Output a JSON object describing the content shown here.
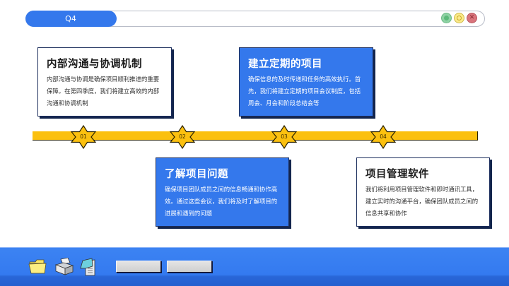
{
  "window": {
    "tab_title": "Q4",
    "controls": [
      {
        "name": "minimize",
        "color": "#8fd2a4"
      },
      {
        "name": "maximize",
        "color": "#fbea8a"
      },
      {
        "name": "close",
        "color": "#d9747c",
        "glyph": "✕"
      }
    ]
  },
  "cards": [
    {
      "title": "内部沟通与协调机制",
      "body": "内部沟通与协调是确保项目顺利推进的重要保障。在第四季度，我们将建立高效的内部沟通和协调机制",
      "style": "white"
    },
    {
      "title": "建立定期的项目",
      "body": "确保信息的及时传递和任务的高效执行。首先，我们将建立定期的项目会议制度，包括周会、月会和阶段总结会等",
      "style": "blue"
    },
    {
      "title": "了解项目问题",
      "body": "确保项目团队成员之间的信息畅通和协作高效。通过这些会议，我们将及时了解项目的进展和遇到的问题",
      "style": "blue"
    },
    {
      "title": "项目管理软件",
      "body": "我们将利用项目管理软件和即时通讯工具，建立实时的沟通平台，确保团队成员之间的信息共享和协作",
      "style": "white"
    }
  ],
  "timeline": {
    "color": "#fbc00f",
    "markers": [
      "01",
      "02",
      "03",
      "04"
    ]
  },
  "taskbar": {
    "icons": [
      "folder-icon",
      "printer-icon",
      "notepad-icon"
    ],
    "buttons": [
      "",
      ""
    ],
    "color": "#3478ec"
  }
}
